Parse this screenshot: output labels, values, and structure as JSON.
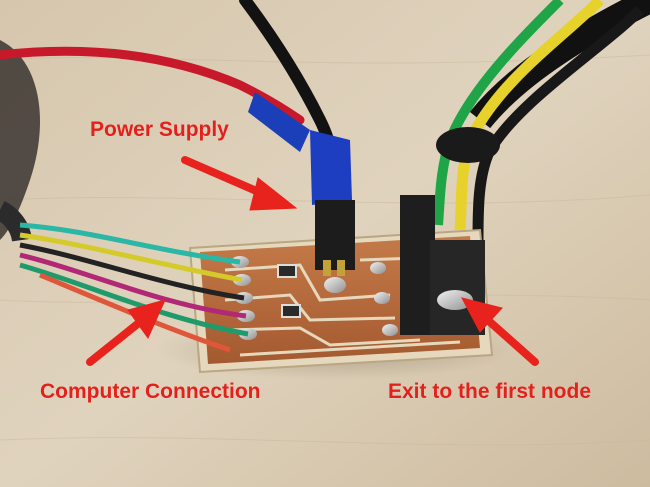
{
  "annotations": {
    "power_supply": "Power Supply",
    "computer_connection": "Computer Connection",
    "exit_first_node": "Exit to the first node"
  },
  "colors": {
    "label_red": "#e3201b",
    "arrow_red": "#e8221c",
    "table_wood": "#d9cbb4",
    "pcb_copper": "#b86a3c",
    "pcb_base": "#e0cfae"
  },
  "icon_names": [
    "arrow-power-icon",
    "arrow-computer-icon",
    "arrow-exit-icon"
  ]
}
